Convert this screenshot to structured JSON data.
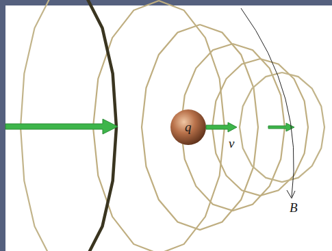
{
  "diagram": {
    "labels": [
      "q",
      "v",
      "B"
    ]
  }
}
